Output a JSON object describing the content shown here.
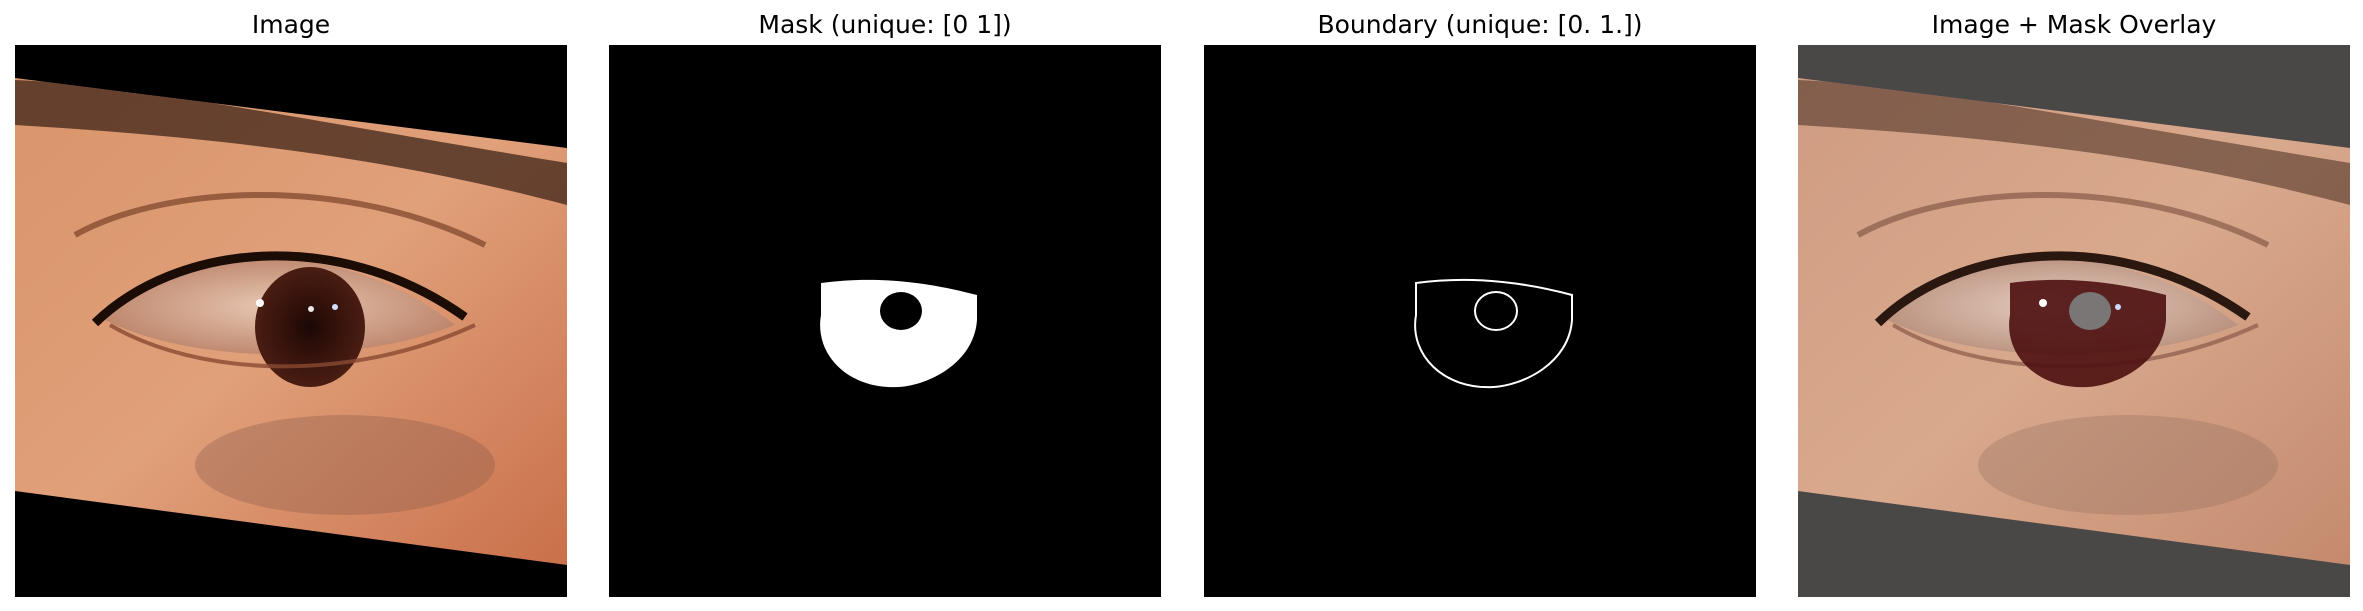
{
  "figure": {
    "panels": [
      {
        "title": "Image"
      },
      {
        "title": "Mask (unique: [0 1])"
      },
      {
        "title": "Boundary (unique: [0. 1.])"
      },
      {
        "title": "Image + Mask Overlay"
      }
    ]
  },
  "colors": {
    "background": "#000000",
    "mask_foreground": "#ffffff",
    "overlay_tint": "#4a4747",
    "skin_light": "#e6a47a",
    "skin_dark": "#a85a33",
    "iris": "#3a1710",
    "overlay_iris": "#4d0f0f"
  }
}
